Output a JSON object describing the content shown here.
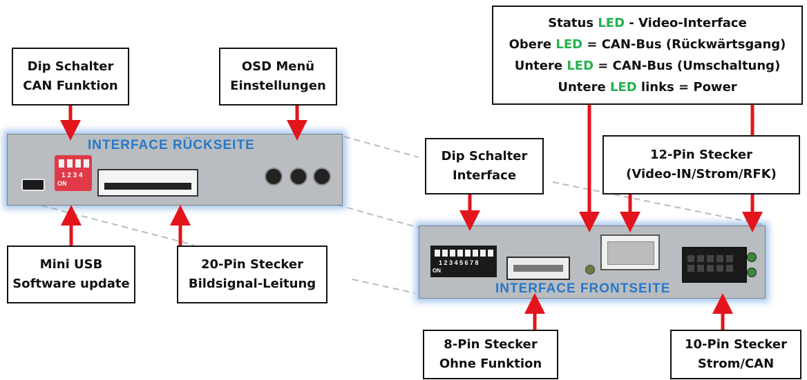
{
  "colors": {
    "arrow": "#e3141b",
    "accent_green": "#22b24c",
    "device_title": "#2678c9"
  },
  "labels": {
    "dip_can": [
      "Dip Schalter",
      "CAN Funktion"
    ],
    "osd": [
      "OSD Menü",
      "Einstellungen"
    ],
    "mini_usb": [
      "Mini USB",
      "Software update"
    ],
    "pin20": [
      "20-Pin Stecker",
      "Bildsignal-Leitung"
    ],
    "dip_interface": [
      "Dip Schalter",
      "Interface"
    ],
    "pin12": [
      "12-Pin Stecker",
      "(Video-IN/Strom/RFK)"
    ],
    "pin8": [
      "8-Pin Stecker",
      "Ohne Funktion"
    ],
    "pin10": [
      "10-Pin Stecker",
      "Strom/CAN"
    ],
    "status": {
      "l1_pre": "Status ",
      "l1_led": "LED",
      "l1_post": " - Video-Interface",
      "l2_pre": "Obere ",
      "l2_led": "LED",
      "l2_post": " = CAN-Bus (Rückwärtsgang)",
      "l3_pre": "Untere ",
      "l3_led": "LED",
      "l3_post": " = CAN-Bus (Umschaltung)",
      "l4_pre": "Untere ",
      "l4_led": "LED",
      "l4_post": " links = Power"
    }
  },
  "devices": {
    "back": {
      "title": "INTERFACE  RÜCKSEITE",
      "dip_numbers": "1 2 3 4",
      "dip_on": "ON"
    },
    "front": {
      "title": "INTERFACE   FRONTSEITE",
      "dip_numbers": "1 2 3 4 5 6 7 8",
      "dip_on": "ON"
    }
  }
}
